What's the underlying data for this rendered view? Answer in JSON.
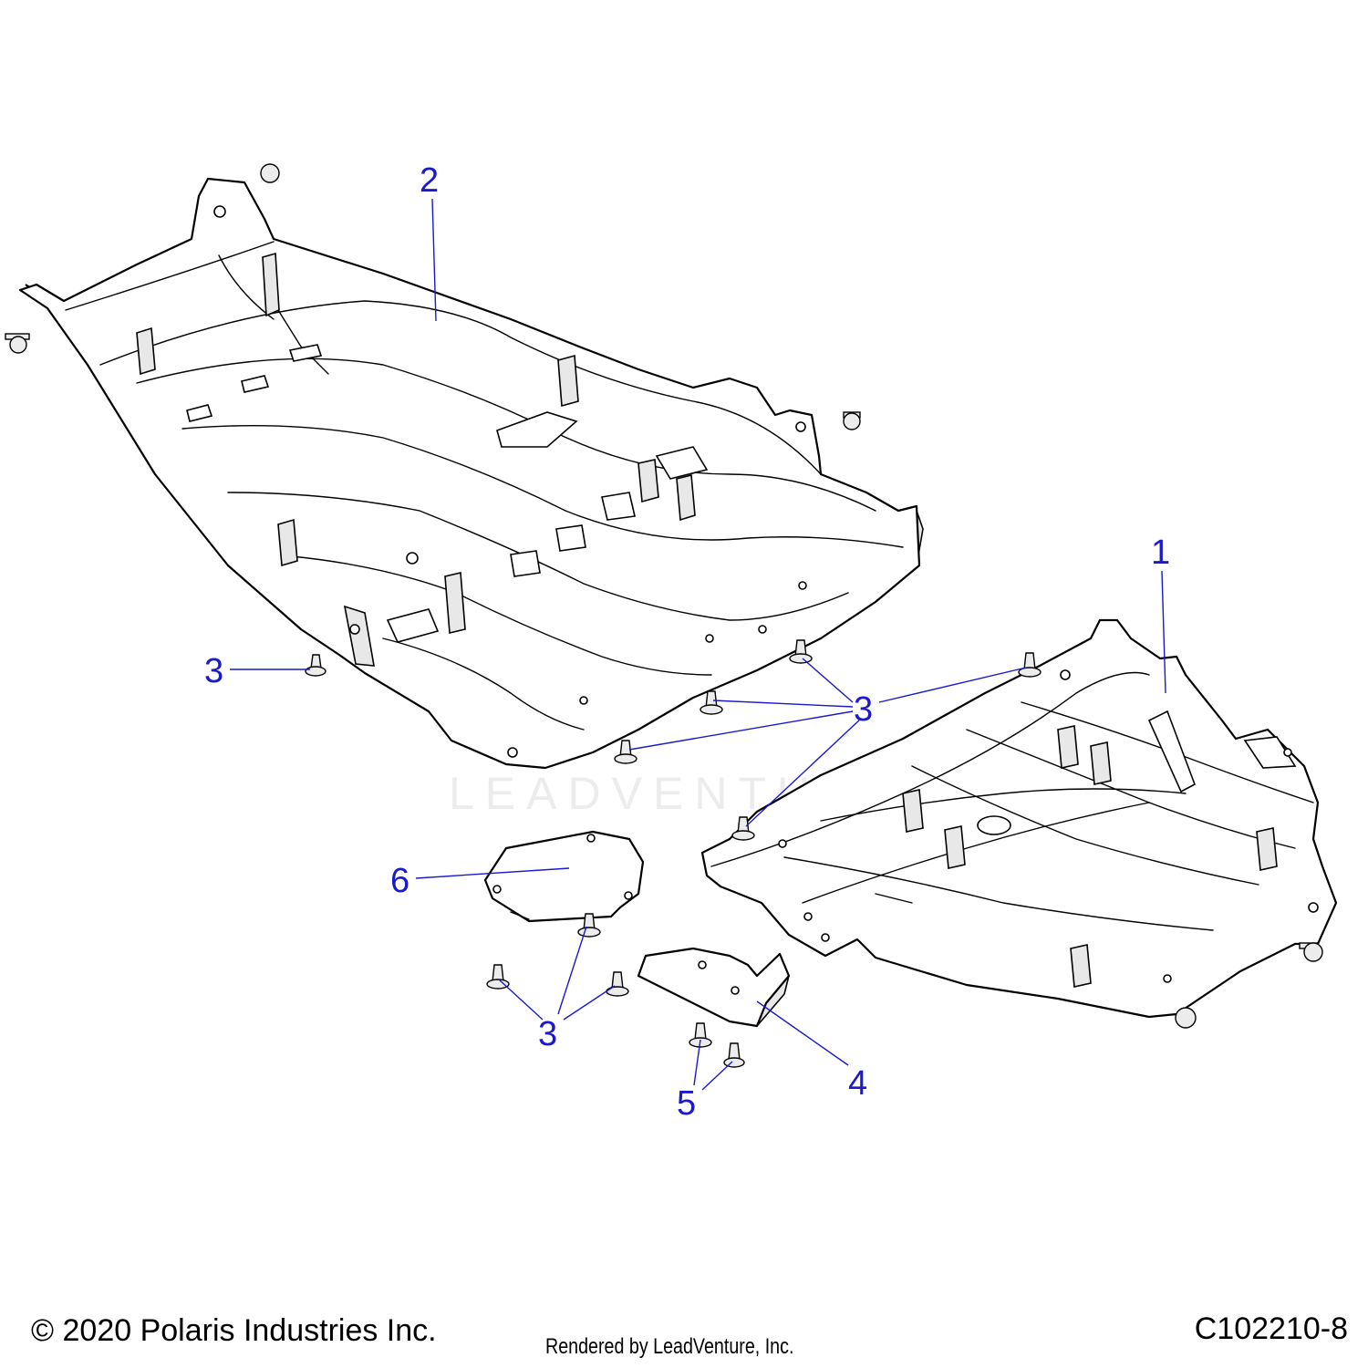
{
  "watermark": "LEADVENTURE",
  "callouts": [
    "1",
    "2",
    "3",
    "3",
    "3",
    "4",
    "5",
    "6"
  ],
  "footer": {
    "copyright": "© 2020 Polaris Industries Inc.",
    "rendered_by": "Rendered by LeadVenture, Inc.",
    "figure_code": "C102210-8"
  },
  "colors": {
    "callout": "#1a1acc",
    "line": "#000000",
    "watermark": "#ececec"
  }
}
